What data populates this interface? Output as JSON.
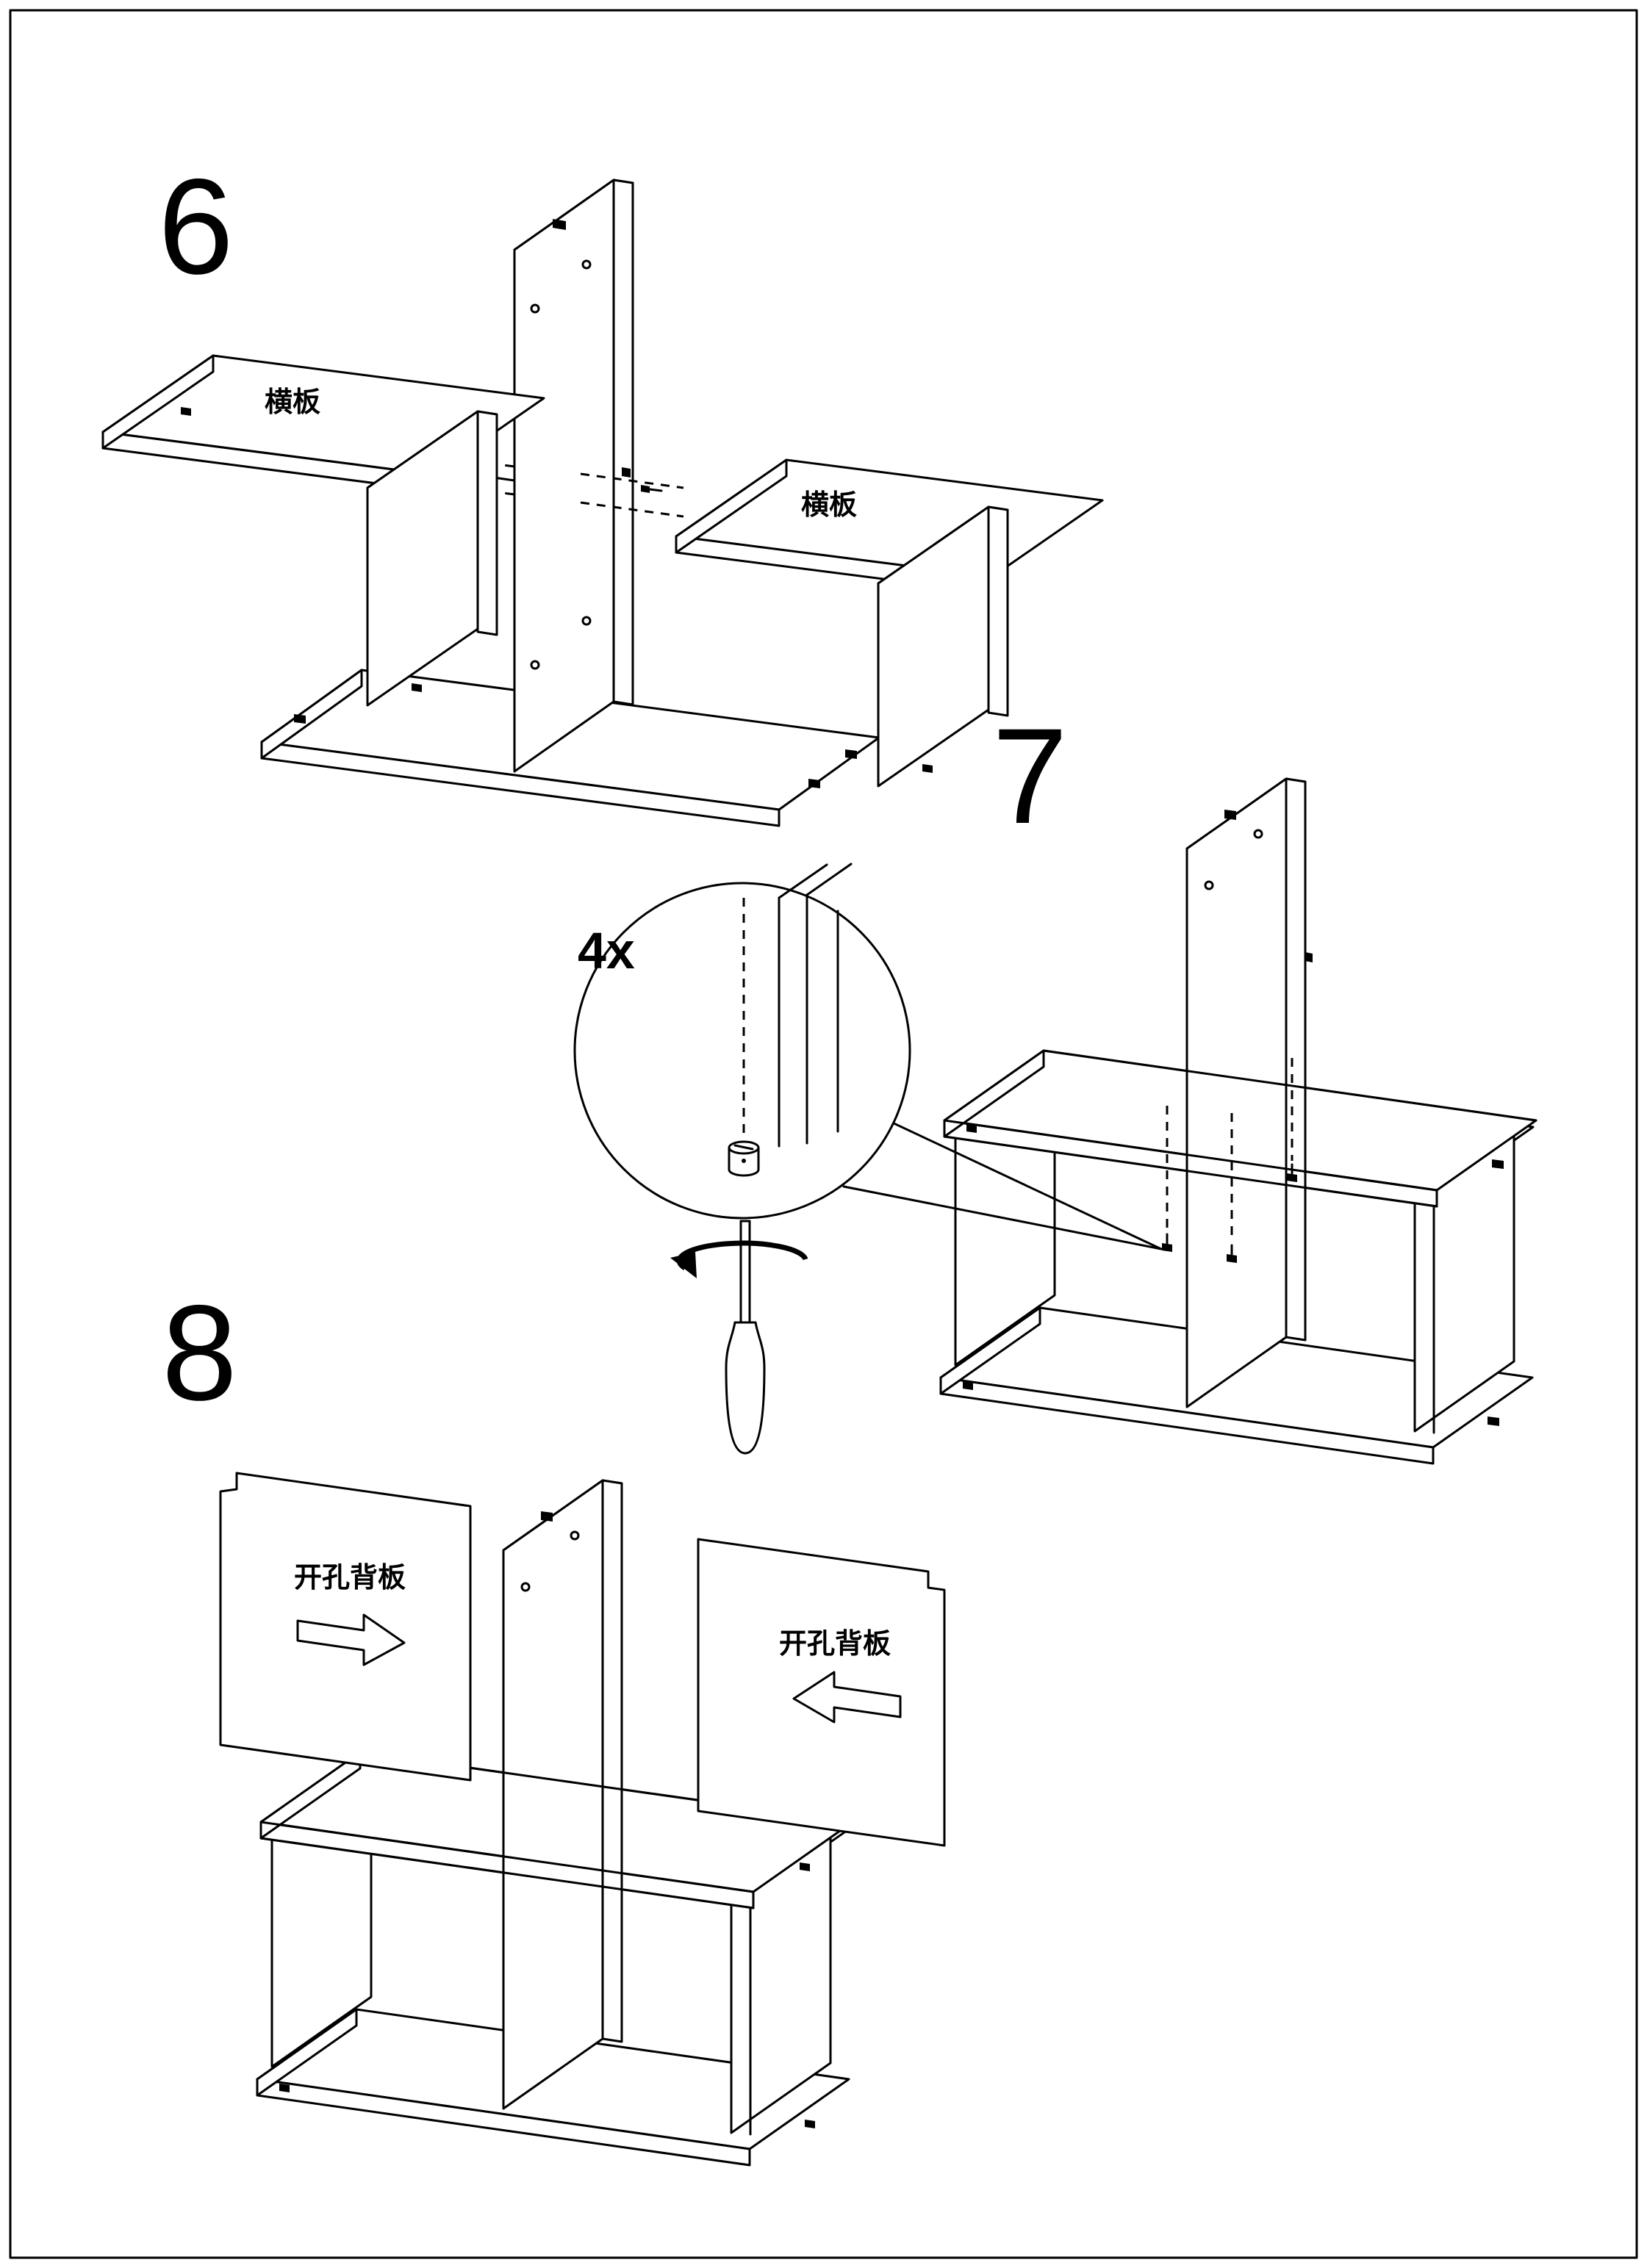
{
  "page": {
    "background": "#ffffff",
    "line_color": "#000000"
  },
  "step6": {
    "number": "6",
    "left_board_label": "横板",
    "right_board_label": "横板"
  },
  "step7": {
    "number": "7",
    "quantity": "4x"
  },
  "step8": {
    "number": "8",
    "left_panel_label": "开孔背板",
    "right_panel_label": "开孔背板"
  }
}
